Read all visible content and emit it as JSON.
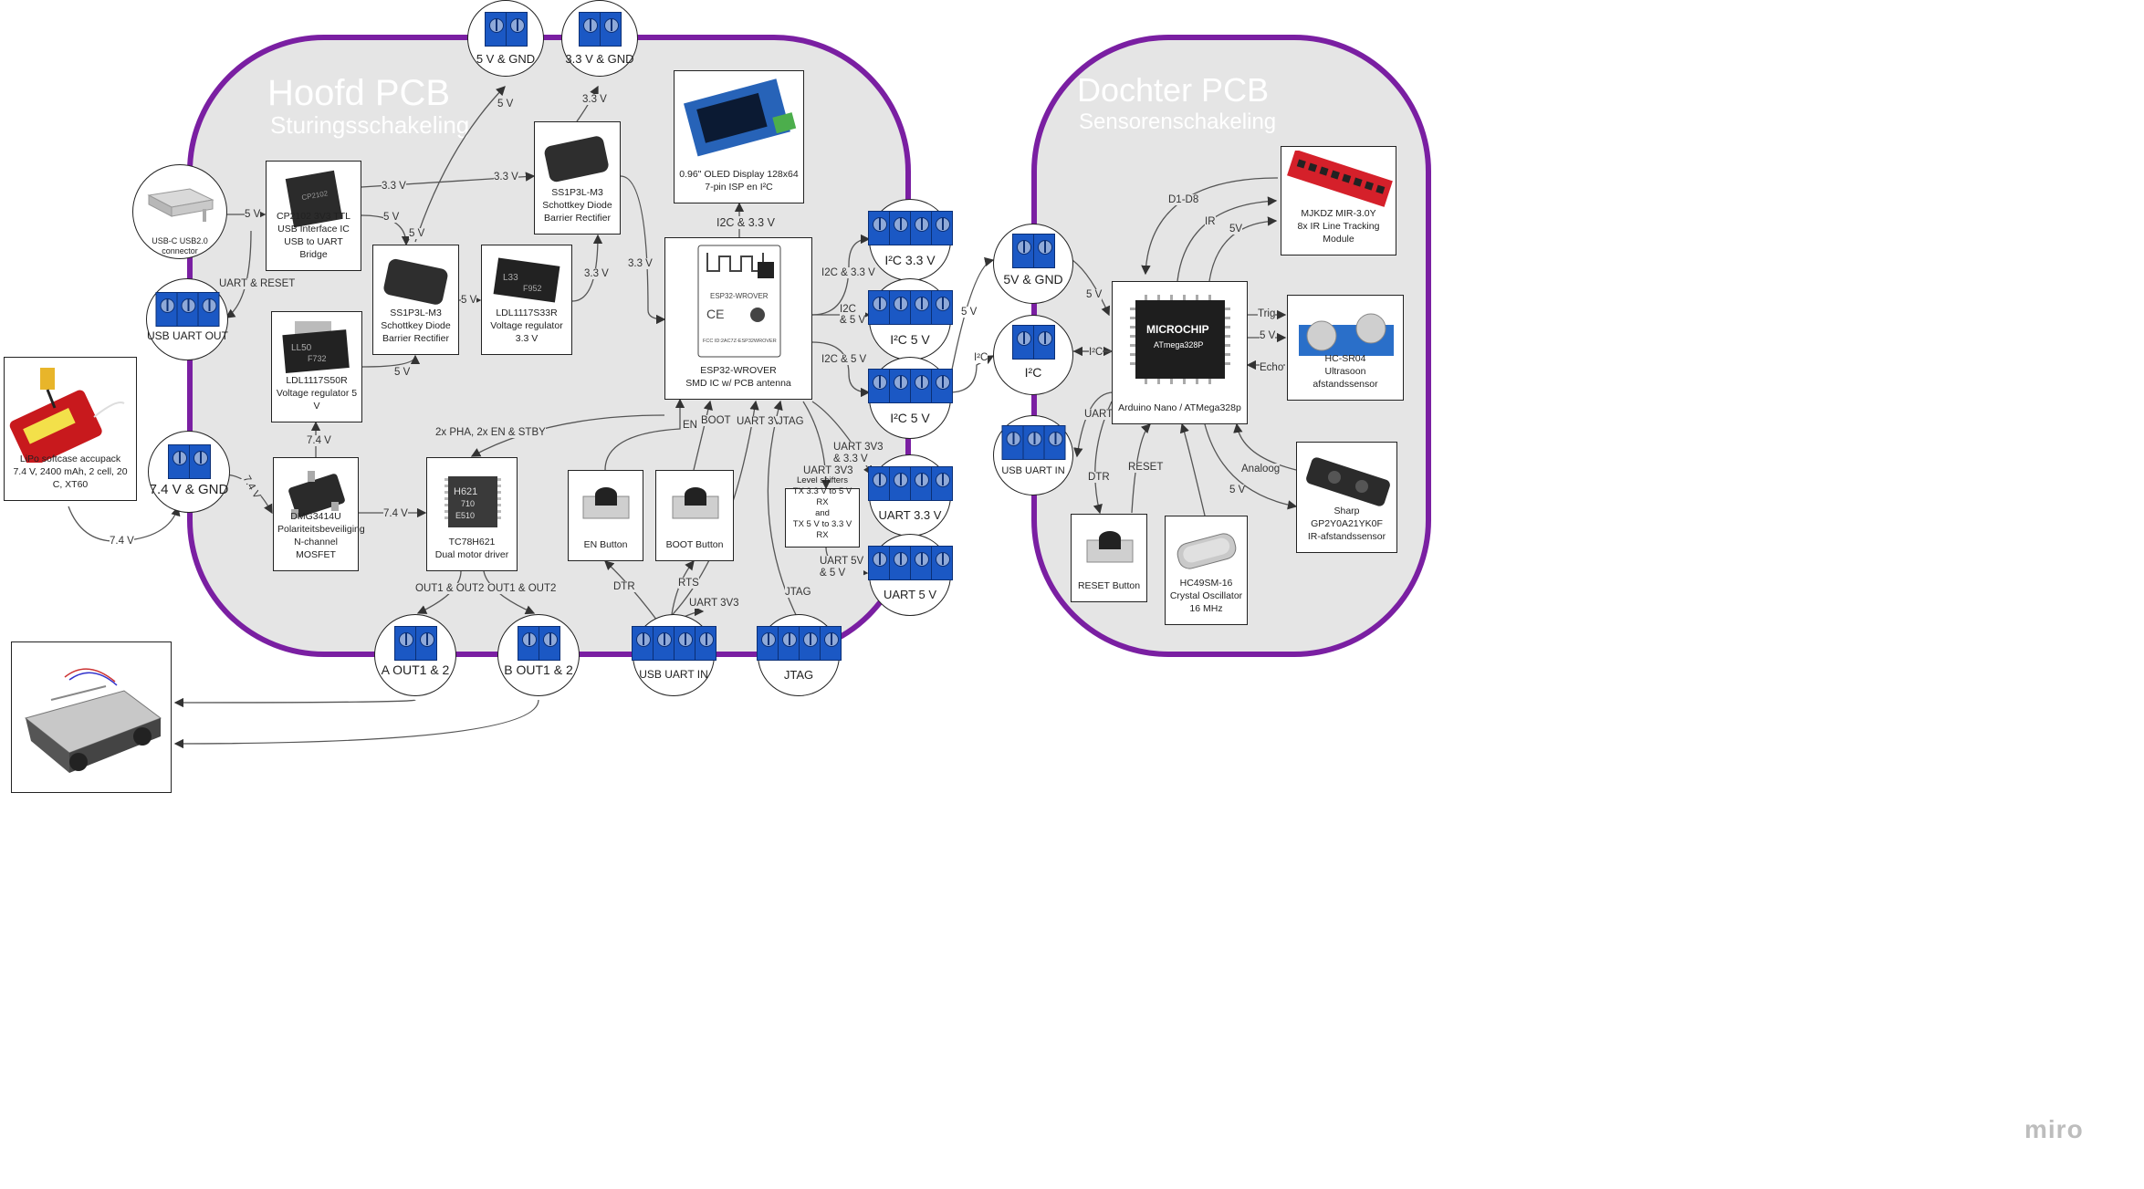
{
  "boards": {
    "main": {
      "title": "Hoofd PCB",
      "subtitle": "Sturingsschakeling"
    },
    "daughter": {
      "title": "Dochter PCB",
      "subtitle": "Sensorenschakeling"
    }
  },
  "components": {
    "lipo": "LiPo softcase accupack\n7.4 V, 2400 mAh, 2 cell, 20 C, XT60",
    "usbc": "USB-C USB2.0\nconnector",
    "cp2102": "CP2102 3V3 TTL\nUSB Interface IC\nUSB to UART Bridge",
    "ss1_left": "SS1P3L-M3\nSchottkey Diode\nBarrier Rectifier",
    "ss1_top": "SS1P3L-M3\nSchottkey Diode\nBarrier Rectifier",
    "ldl33": "LDL1117S33R\nVoltage regulator 3.3 V",
    "ldl50": "LDL1117S50R\nVoltage regulator 5 V",
    "mosfet": "DMG3414U\nPolariteitsbeveiliging\nN-channel MOSFET",
    "motor_driver": "TC78H621\nDual motor driver",
    "oled": "0.96\" OLED Display 128x64\n7-pin ISP en I²C",
    "esp32": "ESP32-WROVER\nSMD IC w/ PCB antenna",
    "en_button": "EN Button",
    "boot_button": "BOOT Button",
    "level_shifters": "Level shifters\nTX 3.3 V to 5 V RX\nand\nTX 5 V to 3.3 V RX",
    "line_tracking": "MJKDZ MIR-3.0Y\n8x IR Line Tracking Module",
    "arduino": "Arduino Nano / ATMega328p",
    "ultrasonic": "HC-SR04\nUltrasoon afstandssensor",
    "sharp": "Sharp GP2Y0A21YK0F\nIR-afstandssensor",
    "reset_button": "RESET Button",
    "crystal": "HC49SM-16\nCrystal Oscillator\n16 MHz"
  },
  "connectors": {
    "top_5v": "5 V & GND",
    "top_33v": "3.3 V & GND",
    "usb_uart_out": "USB UART OUT",
    "batt_in": "7.4 V & GND",
    "i2c_33": "I²C 3.3 V",
    "i2c_5a": "I²C 5 V",
    "i2c_5b": "I²C 5 V",
    "uart_33": "UART 3.3 V",
    "uart_5": "UART 5 V",
    "a_out": "A OUT1 & 2",
    "b_out": "B OUT1 & 2",
    "usb_uart_in": "USB UART IN",
    "jtag": "JTAG",
    "d_5v": "5V & GND",
    "d_i2c": "I²C",
    "d_usb_uart_in": "USB UART IN"
  },
  "labels": {
    "usbc_5v": "5 V",
    "usbc_uart": "UART & RESET",
    "cp_33v": "3.3 V",
    "cp_5v": "5 V",
    "ss1_out_5v": "5 V",
    "ss1_in_5v": "5 V",
    "top5_5v": "5 V",
    "top33_33v": "3.3 V",
    "mid_33v": "3.3 V",
    "ss1top_33v": "3.3 V",
    "esp_33v": "3.3 V",
    "ldl50_5v": "5 V",
    "mosfet_74_up": "7.4 V",
    "batt_74_diag": "7.4 V",
    "batt_74_bottom": "7.4 V",
    "mosfet_74_right": "7.4 V",
    "motor_ctrl": "2x PHA, 2x EN & STBY",
    "out_a": "OUT1 & OUT2",
    "out_b": "OUT1 & OUT2",
    "oled_i2c": "I2C & 3.3 V",
    "esp_i2c33": "I2C & 3.3 V",
    "esp_i2c5_1": "I2C\n& 5 V",
    "esp_i2c5_2": "I2C & 5 V",
    "en": "EN",
    "boot": "BOOT",
    "uart3v3_esp": "UART 3V3",
    "jtag_esp": "JTAG",
    "uart_33_line": "UART 3V3\n& 3.3 V",
    "uart3v3_ls": "UART 3V3",
    "uart5v_ls": "UART 5V\n& 5 V",
    "dtr": "DTR",
    "rts": "RTS",
    "uart3v3_usb": "UART 3V3",
    "jtag_conn": "JTAG",
    "bridge_5v": "5 V",
    "bridge_i2c": "I²C",
    "d_5v_arduino": "5 V",
    "d_i2c_arduino": "I²C",
    "d1d8": "D1-D8",
    "ir": "IR",
    "lt_5v": "5V",
    "trig": "Trig",
    "us_5v": "5 V",
    "echo": "Echo",
    "uart_d": "UART",
    "dtr_d": "DTR",
    "reset_d": "RESET",
    "analoog": "Analoog",
    "sharp_5v": "5 V"
  },
  "brand": "miro",
  "colors": {
    "board_border": "#7a1fa2",
    "board_fill": "#e5e5e5",
    "terminal_blue": "#1b58c4"
  }
}
